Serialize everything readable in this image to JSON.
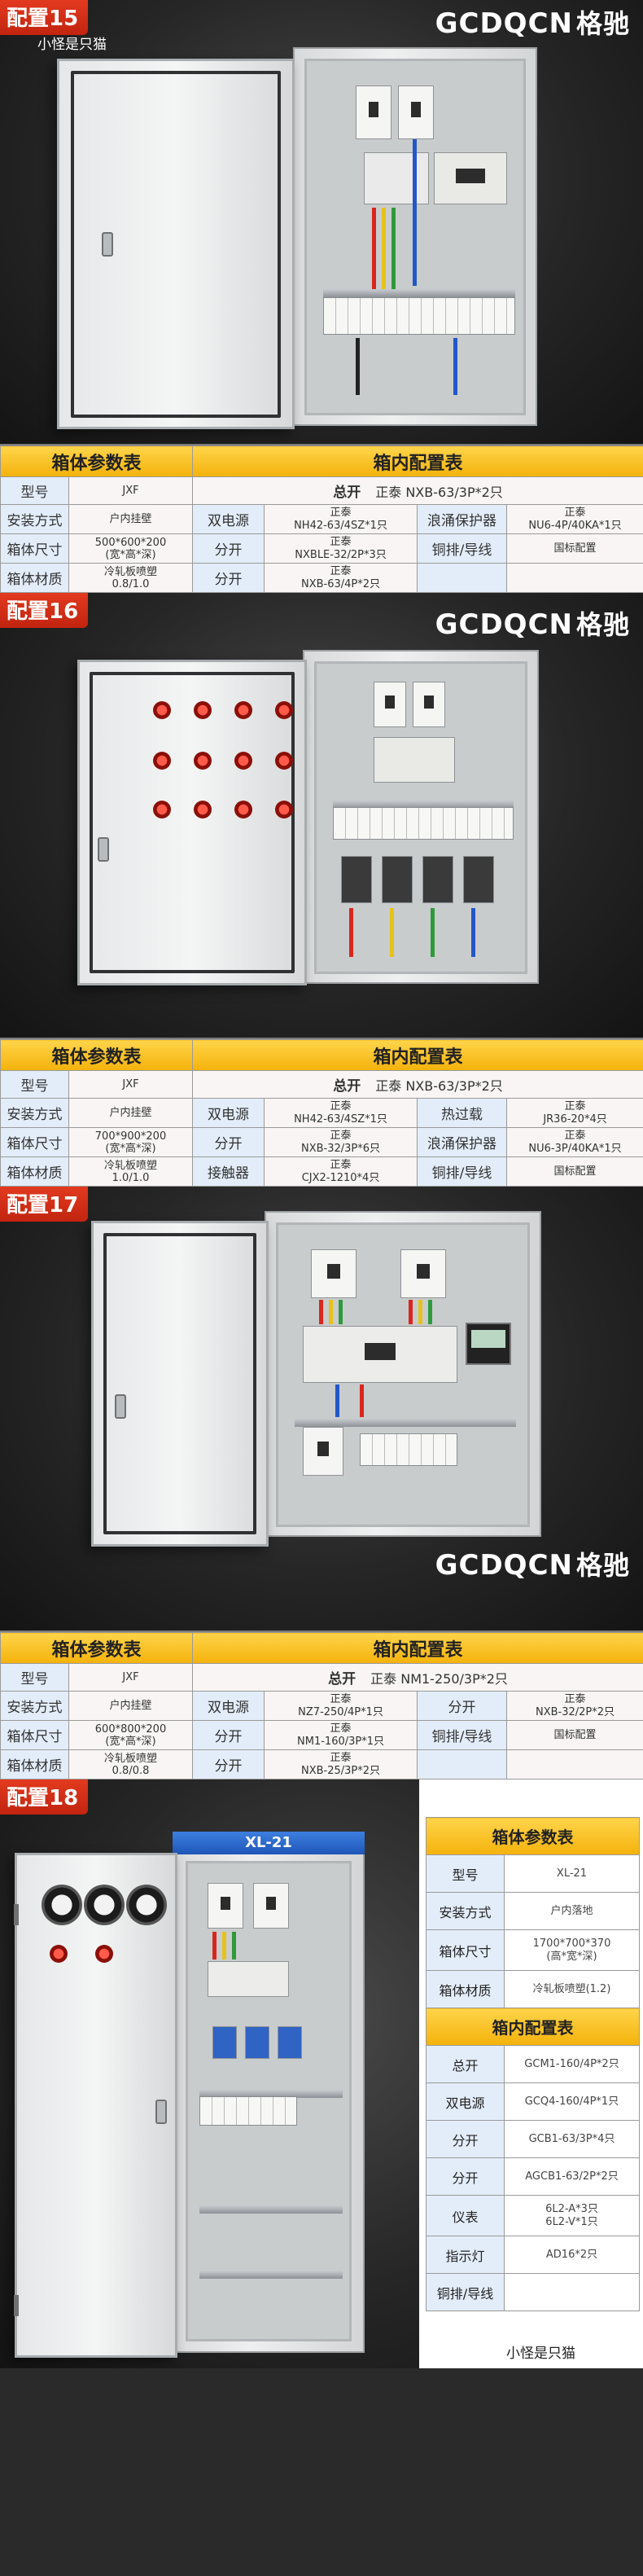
{
  "brand": {
    "latin": "GCDQCN",
    "cn": "格驰"
  },
  "watermark": "小怪是只猫",
  "table_titles": {
    "params": "箱体参数表",
    "config": "箱内配置表"
  },
  "config15": {
    "badge": "配置15",
    "params": [
      {
        "label": "型号",
        "value": "JXF"
      },
      {
        "label": "安装方式",
        "value": "户内挂壁"
      },
      {
        "label": "箱体尺寸",
        "value": "500*600*200\n(宽*高*深)"
      },
      {
        "label": "箱体材质",
        "value": "冷轧板喷塑\n0.8/1.0"
      }
    ],
    "main_switch": {
      "label": "总开",
      "value": "正泰 NXB-63/3P*2只"
    },
    "rows": [
      [
        {
          "label": "双电源",
          "value": "正泰\nNH42-63/4SZ*1只"
        },
        {
          "label": "浪涌保护器",
          "value": "正泰\nNU6-4P/40KA*1只"
        }
      ],
      [
        {
          "label": "分开",
          "value": "正泰\nNXBLE-32/2P*3只"
        },
        {
          "label": "铜排/导线",
          "value": "国标配置"
        }
      ],
      [
        {
          "label": "分开",
          "value": "正泰\nNXB-63/4P*2只"
        },
        {
          "label": "",
          "value": ""
        }
      ]
    ]
  },
  "config16": {
    "badge": "配置16",
    "params": [
      {
        "label": "型号",
        "value": "JXF"
      },
      {
        "label": "安装方式",
        "value": "户内挂壁"
      },
      {
        "label": "箱体尺寸",
        "value": "700*900*200\n(宽*高*深)"
      },
      {
        "label": "箱体材质",
        "value": "冷轧板喷塑\n1.0/1.0"
      }
    ],
    "main_switch": {
      "label": "总开",
      "value": "正泰 NXB-63/3P*2只"
    },
    "rows": [
      [
        {
          "label": "双电源",
          "value": "正泰\nNH42-63/4SZ*1只"
        },
        {
          "label": "热过载",
          "value": "正泰\nJR36-20*4只"
        }
      ],
      [
        {
          "label": "分开",
          "value": "正泰\nNXB-32/3P*6只"
        },
        {
          "label": "浪涌保护器",
          "value": "正泰\nNU6-3P/40KA*1只"
        }
      ],
      [
        {
          "label": "接触器",
          "value": "正泰\nCJX2-1210*4只"
        },
        {
          "label": "铜排/导线",
          "value": "国标配置"
        }
      ]
    ]
  },
  "config17": {
    "badge": "配置17",
    "params": [
      {
        "label": "型号",
        "value": "JXF"
      },
      {
        "label": "安装方式",
        "value": "户内挂壁"
      },
      {
        "label": "箱体尺寸",
        "value": "600*800*200\n(宽*高*深)"
      },
      {
        "label": "箱体材质",
        "value": "冷轧板喷塑\n0.8/0.8"
      }
    ],
    "main_switch": {
      "label": "总开",
      "value": "正泰 NM1-250/3P*2只"
    },
    "rows": [
      [
        {
          "label": "双电源",
          "value": "正泰\nNZ7-250/4P*1只"
        },
        {
          "label": "分开",
          "value": "正泰\nNXB-32/2P*2只"
        }
      ],
      [
        {
          "label": "分开",
          "value": "正泰\nNM1-160/3P*1只"
        },
        {
          "label": "铜排/导线",
          "value": "国标配置"
        }
      ],
      [
        {
          "label": "分开",
          "value": "正泰\nNXB-25/3P*2只"
        },
        {
          "label": "",
          "value": ""
        }
      ]
    ]
  },
  "config18": {
    "badge": "配置18",
    "cabinet_label": "XL-21",
    "params": [
      {
        "label": "型号",
        "value": "XL-21"
      },
      {
        "label": "安装方式",
        "value": "户内落地"
      },
      {
        "label": "箱体尺寸",
        "value": "1700*700*370\n(高*宽*深)"
      },
      {
        "label": "箱体材质",
        "value": "冷轧板喷塑(1.2)"
      }
    ],
    "config": [
      {
        "label": "总开",
        "value": "GCM1-160/4P*2只"
      },
      {
        "label": "双电源",
        "value": "GCQ4-160/4P*1只"
      },
      {
        "label": "分开",
        "value": "GCB1-63/3P*4只"
      },
      {
        "label": "分开",
        "value": "AGCB1-63/2P*2只"
      },
      {
        "label": "仪表",
        "value": "6L2-A*3只\n6L2-V*1只"
      },
      {
        "label": "指示灯",
        "value": "AD16*2只"
      },
      {
        "label": "铜排/导线",
        "value": ""
      }
    ]
  }
}
